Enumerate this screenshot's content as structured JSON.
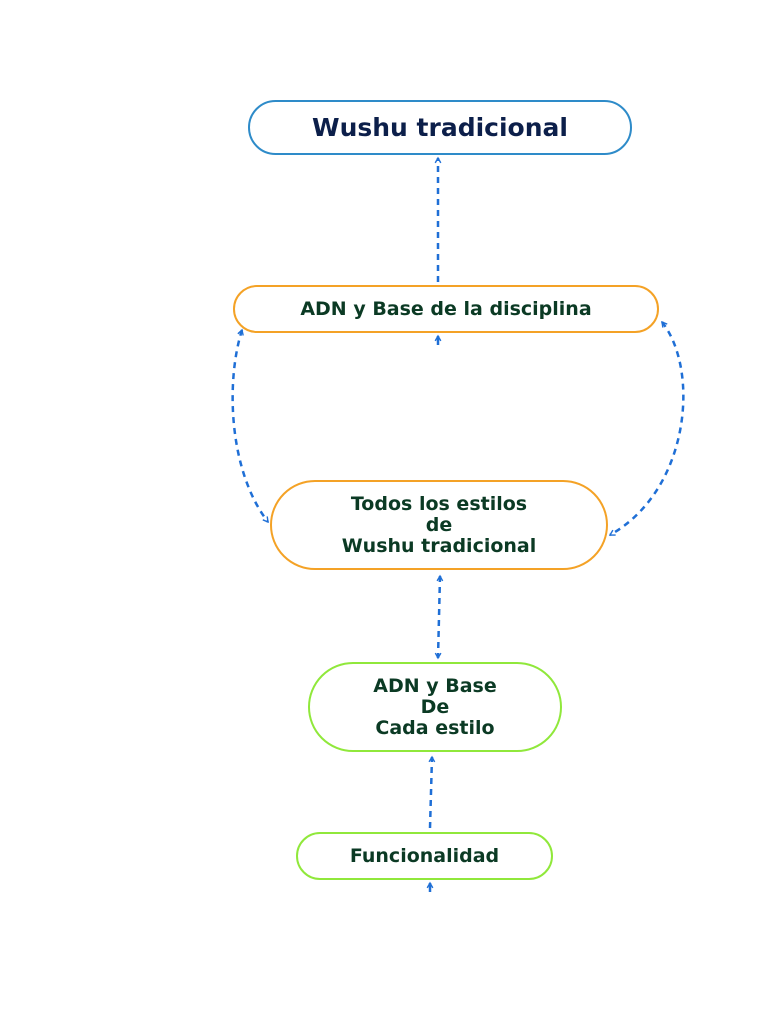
{
  "nodes": {
    "wushu_tradicional": "Wushu tradicional",
    "adn_base_disciplina": "ADN y Base de la disciplina",
    "todos_estilos": "Todos los estilos\nde\nWushu tradicional",
    "adn_base_cada_estilo": "ADN y Base\nDe\nCada estilo",
    "funcionalidad": "Funcionalidad"
  },
  "colors": {
    "connector": "#1f6fd6",
    "top_node_border": "#2e8bc9",
    "mid_node_border": "#f4a226",
    "low_node_border": "#90e83b",
    "title_text": "#0c1f4a",
    "node_text": "#0b3a24"
  }
}
